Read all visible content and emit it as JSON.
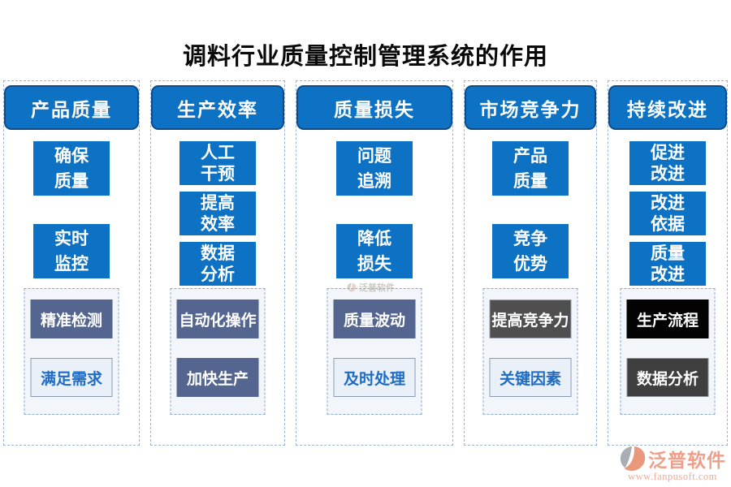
{
  "title": "调料行业质量控制管理系统的作用",
  "columns": [
    {
      "header": "产品质量",
      "items": [
        {
          "line1": "确保",
          "line2": "质量"
        },
        {
          "line1": "实时",
          "line2": "监控"
        }
      ],
      "bottom": [
        {
          "label": "精准检测"
        },
        {
          "label": "满足需求"
        }
      ]
    },
    {
      "header": "生产效率",
      "items": [
        {
          "line1": "人工",
          "line2": "干预"
        },
        {
          "line1": "提高",
          "line2": "效率"
        },
        {
          "line1": "数据",
          "line2": "分析"
        }
      ],
      "bottom": [
        {
          "label": "自动化操作"
        },
        {
          "label": "加快生产"
        }
      ]
    },
    {
      "header": "质量损失",
      "items": [
        {
          "line1": "问题",
          "line2": "追溯"
        },
        {
          "line1": "降低",
          "line2": "损失"
        }
      ],
      "bottom": [
        {
          "label": "质量波动"
        },
        {
          "label": "及时处理"
        }
      ]
    },
    {
      "header": "市场竞争力",
      "items": [
        {
          "line1": "产品",
          "line2": "质量"
        },
        {
          "line1": "竞争",
          "line2": "优势"
        }
      ],
      "bottom": [
        {
          "label": "提高竞争力"
        },
        {
          "label": "关键因素"
        }
      ]
    },
    {
      "header": "持续改进",
      "items": [
        {
          "line1": "促进",
          "line2": "改进"
        },
        {
          "line1": "改进",
          "line2": "依据"
        },
        {
          "line1": "质量",
          "line2": "改进"
        }
      ],
      "bottom": [
        {
          "label": "生产流程"
        },
        {
          "label": "数据分析"
        }
      ]
    }
  ],
  "watermark_inline": {
    "text": "泛普软件"
  },
  "footer": {
    "brand": "泛普软件",
    "url": "www.fanpusoft.com"
  },
  "colors": {
    "primary_blue": "#0d72c4",
    "header_border": "#0a4c8c",
    "slate": "#54668f",
    "charcoal": "#4f4f4f",
    "black": "#030303",
    "dark_gray": "#3f3f3f",
    "light_box_bg": "#e9f0f8",
    "light_box_text": "#1f6cc5",
    "dashed_border": "#9db3d2",
    "logo_coral": "#ec8f76",
    "logo_gray": "#9aa0a6"
  }
}
